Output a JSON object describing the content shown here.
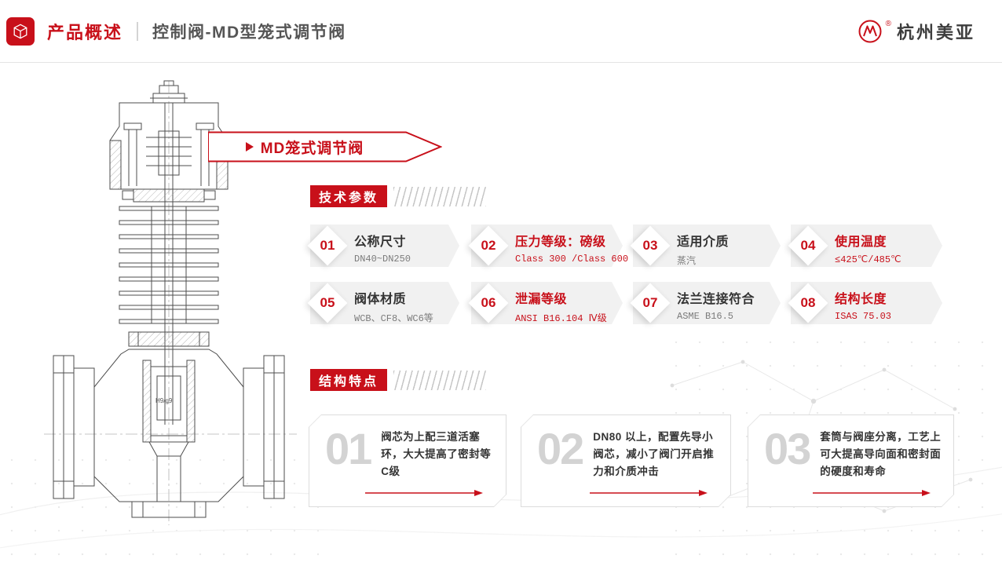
{
  "header": {
    "title": "产品概述",
    "subtitle": "控制阀-MD型笼式调节阀",
    "brand": "杭州美亚",
    "registered": "®",
    "accent_color": "#c8101a"
  },
  "ribbon": {
    "label": "MD笼式调节阀"
  },
  "drawing": {
    "annotation": "H9/g9"
  },
  "tech_params": {
    "section_title": "技术参数",
    "items": [
      {
        "num": "01",
        "title": "公称尺寸",
        "value": "DN40~DN250"
      },
      {
        "num": "02",
        "title": "压力等级：磅级",
        "value": "Class 300 /Class 600"
      },
      {
        "num": "03",
        "title": "适用介质",
        "value": "蒸汽"
      },
      {
        "num": "04",
        "title": "使用温度",
        "value": "≤425℃/485℃"
      },
      {
        "num": "05",
        "title": "阀体材质",
        "value": "WCB、CF8、WC6等"
      },
      {
        "num": "06",
        "title": "泄漏等级",
        "value": "ANSI B16.104 Ⅳ级"
      },
      {
        "num": "07",
        "title": "法兰连接符合",
        "value": "ASME B16.5"
      },
      {
        "num": "08",
        "title": "结构长度",
        "value": "ISAS 75.03"
      }
    ]
  },
  "features": {
    "section_title": "结构特点",
    "items": [
      {
        "num": "01",
        "text": "阀芯为上配三道活塞环，大大提高了密封等C级"
      },
      {
        "num": "02",
        "text": "DN80 以上，配置先导小阀芯，减小了阀门开启推力和介质冲击"
      },
      {
        "num": "03",
        "text": "套筒与阀座分离，工艺上可大提高导向面和密封面的硬度和寿命"
      }
    ]
  }
}
